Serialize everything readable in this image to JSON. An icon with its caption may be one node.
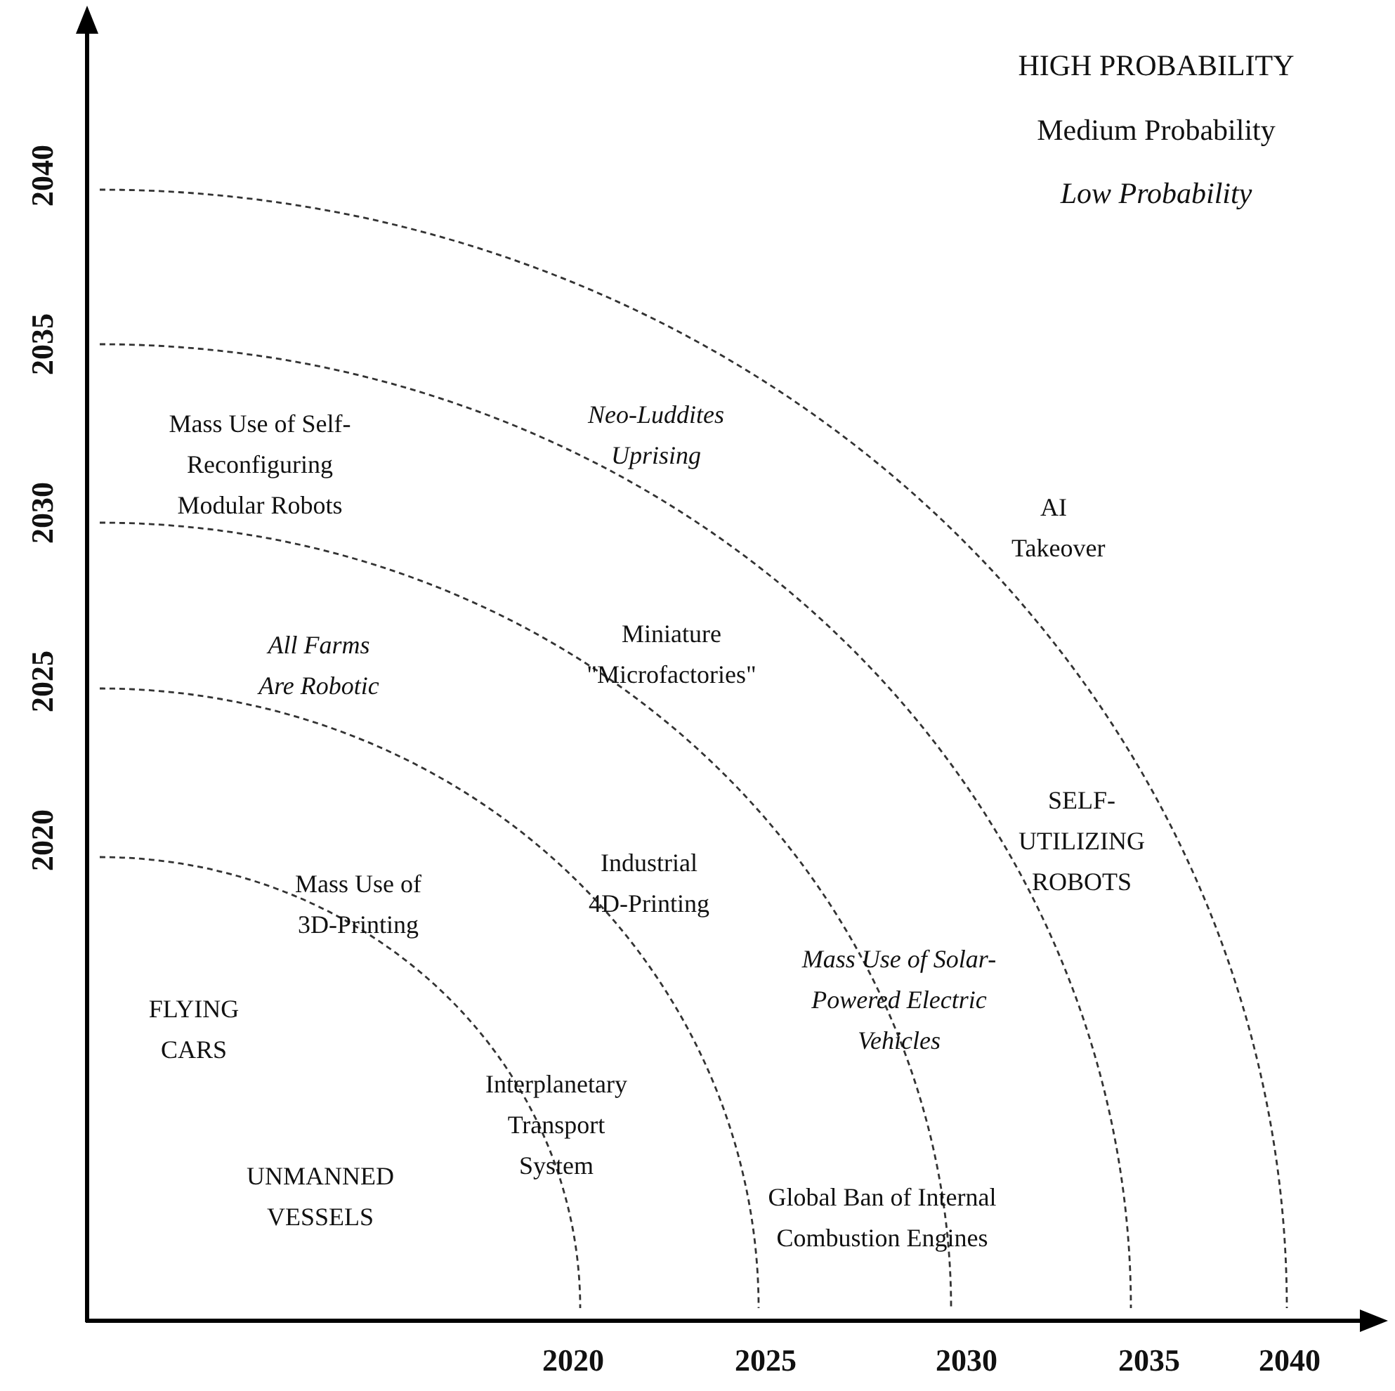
{
  "diagram": {
    "labels": [
      "HIGH PROBABILITY",
      "Medium Probability",
      "Low Probability",
      "2040",
      "2035",
      "Mass Use of Self-Reconfiguring Modular Robots",
      "Neo-Luddites Uprising",
      "2030",
      "AI Takeover",
      "2025",
      "All Farms Are Robotic",
      "Miniature \"Microfactories\"",
      "2020",
      "Mass Use of 3D-Printing",
      "Industrial 4D-Printing",
      "SELF-UTILIZING ROBOTS",
      "Mass Use of Solar-Powered Electric Vehicles",
      "FLYING CARS",
      "Interplanetary Transport System",
      "UNMANNED VESSELS",
      "Global Ban of Internal Combustion Engines",
      "2020",
      "2025",
      "2030",
      "2035",
      "2040"
    ]
  }
}
